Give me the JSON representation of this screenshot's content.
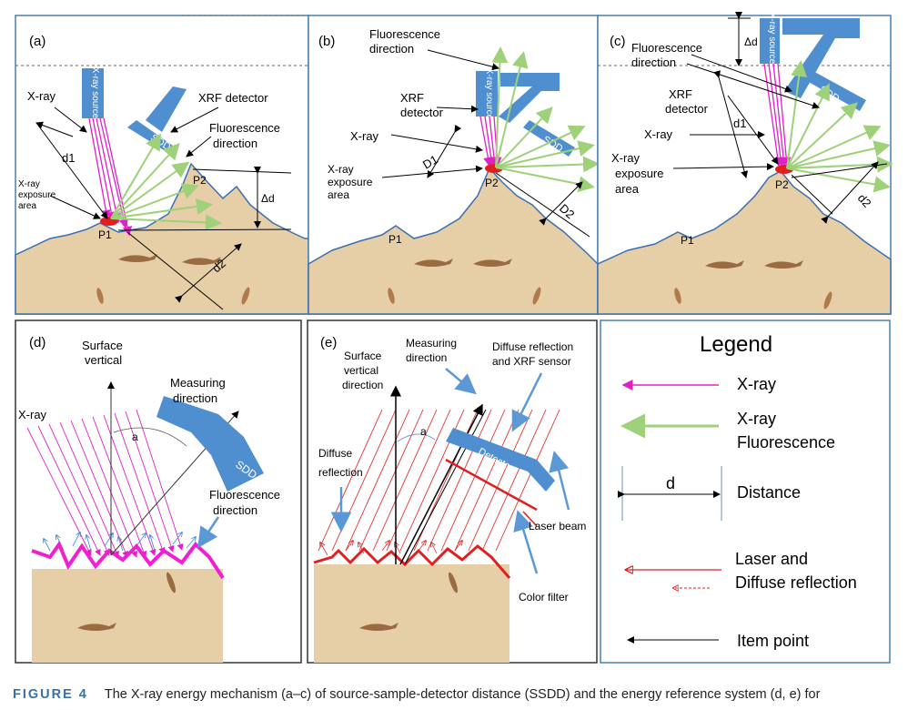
{
  "figure": {
    "label": "FIGURE 4",
    "caption": "The X-ray energy mechanism (a–c) of source-sample-detector distance (SSDD) and the energy reference system (d, e) for"
  },
  "panel_a": {
    "tag": "(a)",
    "source": "X-ray source",
    "xray": "X-ray",
    "xrf_detector": "XRF detector",
    "fluorescence": "Fluorescence",
    "direction": "direction",
    "sdd": "SDD",
    "d1": "d1",
    "d2": "d2",
    "delta_d": "Δd",
    "exposure1": "X-ray",
    "exposure2": "exposure",
    "exposure3": "area",
    "p1": "P1",
    "p2": "P2"
  },
  "panel_b": {
    "tag": "(b)",
    "fluorescence": "Fluorescence",
    "direction": "direction",
    "source": "X-ray source",
    "xrf1": "XRF",
    "xrf2": "detector",
    "xray": "X-ray",
    "sdd": "SDD",
    "D1": "D1",
    "D2": "D2",
    "exposure1": "X-ray",
    "exposure2": "exposure",
    "exposure3": "area",
    "p1": "P1",
    "p2": "P2"
  },
  "panel_c": {
    "tag": "(c)",
    "fluorescence": "Fluorescence",
    "direction": "direction",
    "delta_d": "Δd",
    "source": "X-ray source",
    "xrf1": "XRF",
    "xrf2": "detector",
    "sdd": "SDD",
    "xray": "X-ray",
    "d1": "d1",
    "d2": "d2",
    "exposure1": "X-ray",
    "exposure2": "exposure",
    "exposure3": "area",
    "p1": "P1",
    "p2": "P2"
  },
  "panel_d": {
    "tag": "(d)",
    "surface1": "Surface",
    "surface2": "vertical",
    "measuring1": "Measuring",
    "measuring2": "direction",
    "xray": "X-ray",
    "a": "a",
    "sdd": "SDD",
    "fluorescence": "Fluorescence",
    "direction": "direction"
  },
  "panel_e": {
    "tag": "(e)",
    "surface1": "Surface",
    "surface2": "vertical",
    "surface3": "direction",
    "measuring1": "Measuring",
    "measuring2": "direction",
    "diffuse_sensor1": "Diffuse reflection",
    "diffuse_sensor2": "and XRF sensor",
    "diffuse1": "Diffuse",
    "diffuse2": "reflection",
    "a": "a",
    "detectors": "Detectors",
    "laser": "Laser beam",
    "filter": "Color filter"
  },
  "legend": {
    "title": "Legend",
    "xray": "X-ray",
    "xrf1": "X-ray",
    "xrf2": "Fluorescence",
    "d": "d",
    "distance": "Distance",
    "laser1": "Laser and",
    "laser2": "Diffuse reflection",
    "item": "Item point"
  },
  "colors": {
    "xray": "#e020c8",
    "fluorescence": "#9fd07a",
    "detector": "#4f8fd0",
    "laser": "#e02020",
    "rock": "#e6cfa6",
    "rock_edge": "#3b6fb0",
    "border": "#4a7fb5"
  }
}
